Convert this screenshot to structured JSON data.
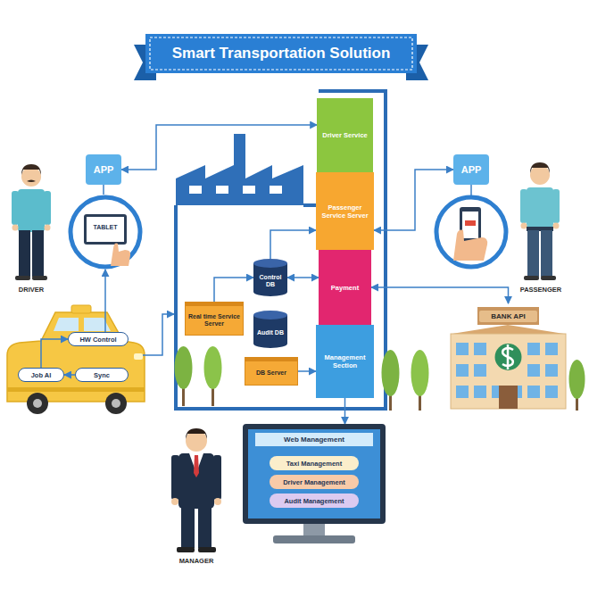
{
  "diagram": {
    "title": "Smart Transportation Solution",
    "nodes": [
      {
        "text": [
          "APP"
        ]
      },
      {
        "text": [
          "Driver Service"
        ]
      },
      {
        "text": [
          "APP"
        ]
      },
      {
        "text": [
          "TABLET"
        ]
      },
      {
        "text": [
          "Passenger Service Server"
        ]
      },
      {
        "text": [
          "Control DB"
        ]
      },
      {
        "text": [
          "Payment"
        ]
      },
      {
        "text": [
          "BANK API"
        ]
      },
      {
        "text": [
          "Real time Service Server"
        ]
      },
      {
        "text": [
          "HW Control"
        ]
      },
      {
        "text": [
          "Audit DB"
        ]
      },
      {
        "text": [
          "Job AI"
        ]
      },
      {
        "text": [
          "Sync"
        ]
      },
      {
        "text": [
          "DB Server"
        ]
      },
      {
        "text": [
          "Management Section"
        ]
      },
      {
        "text": [
          "Web Management"
        ]
      },
      {
        "text": [
          "Taxi Management"
        ],
        "in": 15
      },
      {
        "text": [
          "Driver Management"
        ],
        "in": 15
      },
      {
        "text": [
          "Audit Management"
        ],
        "in": 15
      }
    ],
    "edges": [
      {
        "from": 0,
        "to": 1,
        "arrow": "both"
      },
      {
        "from": 0,
        "to": 3,
        "arrow": "none"
      },
      {
        "from": 9,
        "to": 3,
        "arrow": "to"
      },
      {
        "from": 11,
        "to": 9,
        "arrow": "to"
      },
      {
        "from": 12,
        "to": 11,
        "arrow": "to"
      },
      {
        "from": 8,
        "to": 5,
        "arrow": "to"
      },
      {
        "from": 5,
        "to": 4,
        "arrow": "to"
      },
      {
        "from": 5,
        "to": 6,
        "arrow": "both"
      },
      {
        "from": 13,
        "to": 14,
        "arrow": "to"
      },
      {
        "from": 4,
        "to": 2,
        "arrow": "both"
      },
      {
        "from": 6,
        "to": 7,
        "arrow": "both"
      },
      {
        "from": 14,
        "to": 15,
        "arrow": "to"
      }
    ],
    "labels": [
      "DRIVER",
      "PASSENGER",
      "MANAGER"
    ]
  }
}
